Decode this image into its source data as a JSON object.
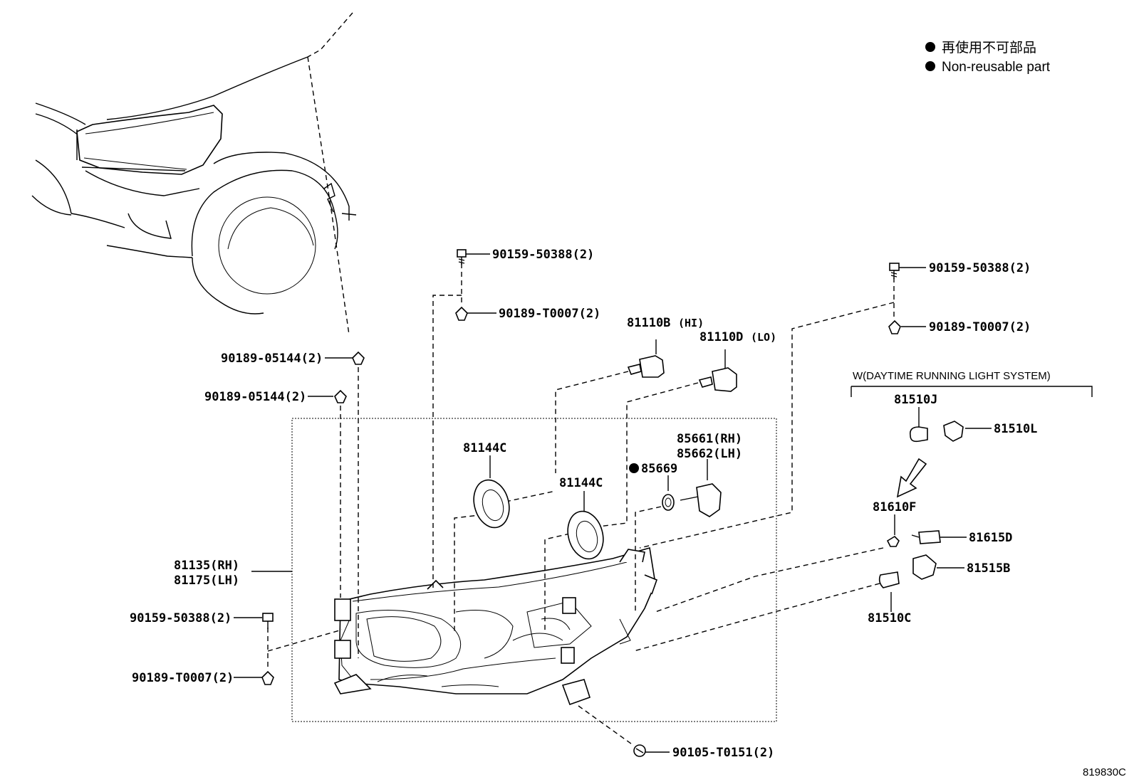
{
  "legend": {
    "ja": "再使用不可部品",
    "en": "Non-reusable part"
  },
  "parts": {
    "headlamp_rh": "81135(RH)",
    "headlamp_lh": "81175(LH)",
    "screw_top_a": "90159-50388(2)",
    "clip_top_a": "90189-T0007(2)",
    "screw_top_b": "90159-50388(2)",
    "clip_top_b": "90189-T0007(2)",
    "clip_05144_a": "90189-05144(2)",
    "clip_05144_b": "90189-05144(2)",
    "screw_left": "90159-50388(2)",
    "clip_left": "90189-T0007(2)",
    "screw_bottom": "90105-T0151(2)",
    "bulb_hi": "81110B",
    "bulb_hi_suffix": "(HI)",
    "bulb_lo": "81110D",
    "bulb_lo_suffix": "(LO)",
    "cover_a": "81144C",
    "cover_b": "81144C",
    "oring": "85669",
    "actuator_rh": "85661(RH)",
    "actuator_lh": "85662(LH)",
    "drl_header": "W(DAYTIME RUNNING LIGHT SYSTEM)",
    "drl_bulb": "81510J",
    "drl_socket": "81510L",
    "side_bulb": "81610F",
    "side_socket": "81615D",
    "turn_socket": "81515B",
    "turn_bulb": "81510C"
  },
  "illustration_code": "819830C"
}
